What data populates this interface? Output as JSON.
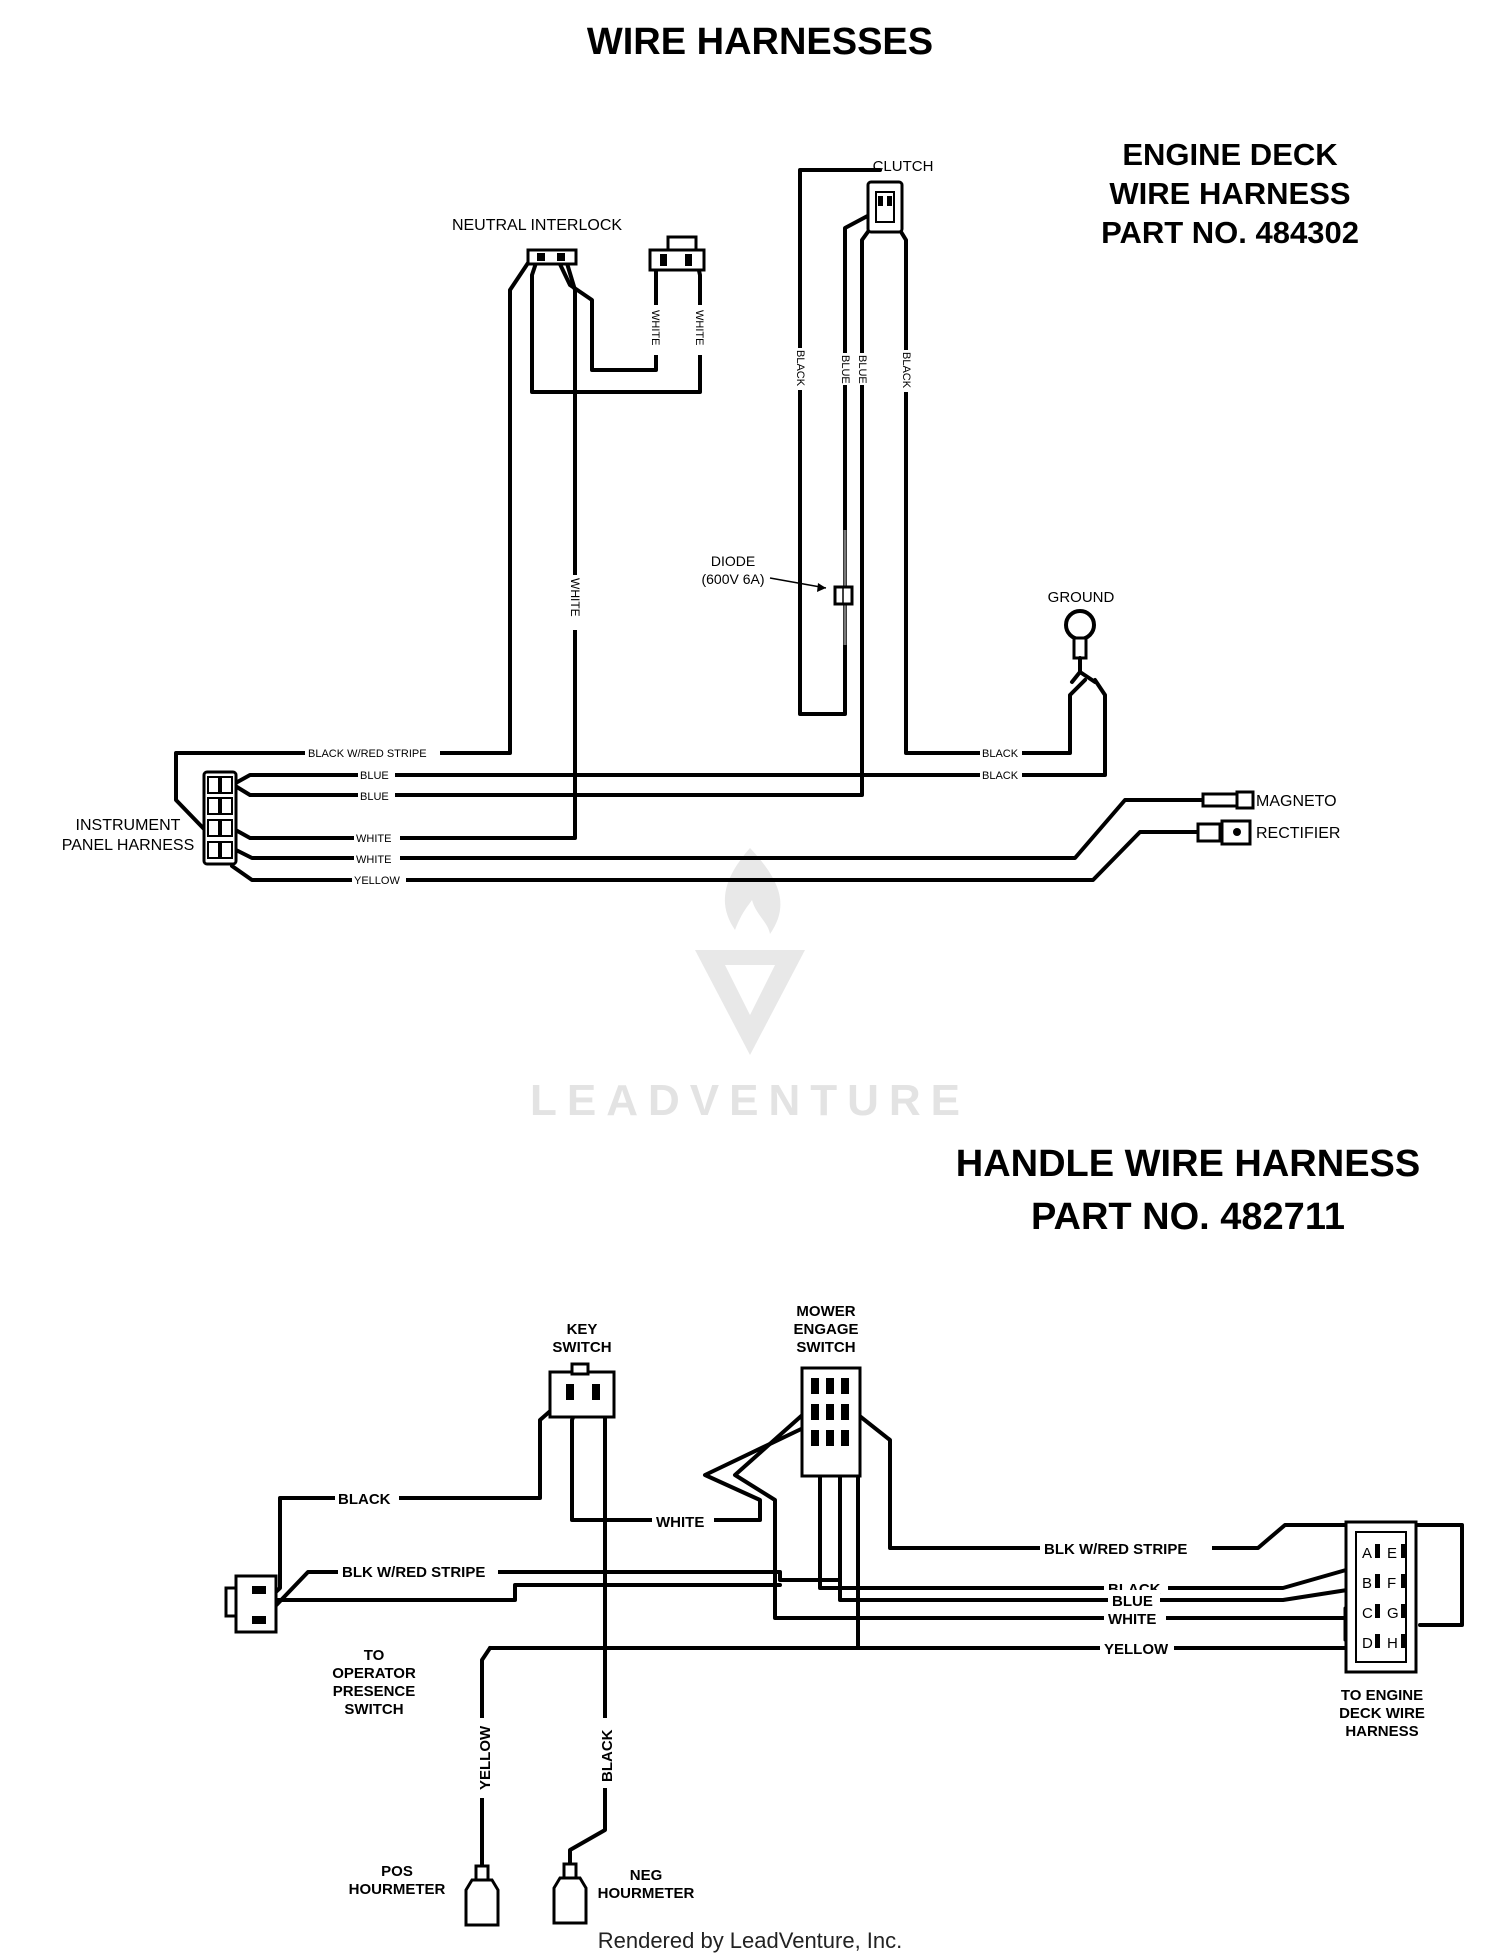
{
  "page_title": "WIRE HARNESSES",
  "engine_harness": {
    "title_lines": [
      "ENGINE DECK",
      "WIRE HARNESS",
      "PART NO. 484302"
    ],
    "components": {
      "clutch": "CLUTCH",
      "neutral_interlock": "NEUTRAL INTERLOCK",
      "diode_lines": [
        "DIODE",
        "(600V 6A)"
      ],
      "ground": "GROUND",
      "magneto": "MAGNETO",
      "rectifier": "RECTIFIER",
      "instrument_panel_lines": [
        "INSTRUMENT",
        "PANEL HARNESS"
      ]
    },
    "wire_labels": {
      "white_a": "WHITE",
      "white_b": "WHITE",
      "white_long": "WHITE",
      "black_left": "BLACK",
      "blue_left": "BLUE",
      "blue_right": "BLUE",
      "black_right": "BLACK",
      "black_w_red": "BLACK W/RED STRIPE",
      "blue_1": "BLUE",
      "blue_2": "BLUE",
      "white_1": "WHITE",
      "white_2": "WHITE",
      "yellow": "YELLOW",
      "black_ground": "BLACK",
      "black_ground_2": "BLACK"
    }
  },
  "watermark": {
    "text": "LEADVENTURE"
  },
  "handle_harness": {
    "title_lines": [
      "HANDLE WIRE HARNESS",
      "PART NO. 482711"
    ],
    "components": {
      "key_switch_lines": [
        "KEY",
        "SWITCH"
      ],
      "mower_engage_lines": [
        "MOWER",
        "ENGAGE",
        "SWITCH"
      ],
      "operator_presence_lines": [
        "TO",
        "OPERATOR",
        "PRESENCE",
        "SWITCH"
      ],
      "pos_hourmeter_lines": [
        "POS",
        "HOURMETER"
      ],
      "neg_hourmeter_lines": [
        "NEG",
        "HOURMETER"
      ],
      "to_engine_lines": [
        "TO ENGINE",
        "DECK WIRE",
        "HARNESS"
      ],
      "connector_pins": [
        "A",
        "B",
        "C",
        "D",
        "E",
        "F",
        "G",
        "H"
      ]
    },
    "wire_labels": {
      "black": "BLACK",
      "blk_w_red": "BLK W/RED STRIPE",
      "white": "WHITE",
      "yellow_v": "YELLOW",
      "black_v": "BLACK",
      "blk_w_red_right": "BLK W/RED STRIPE",
      "black_r": "BLACK",
      "blue_r": "BLUE",
      "white_r": "WHITE",
      "yellow_r": "YELLOW"
    }
  },
  "footer": "Rendered by LeadVenture, Inc."
}
